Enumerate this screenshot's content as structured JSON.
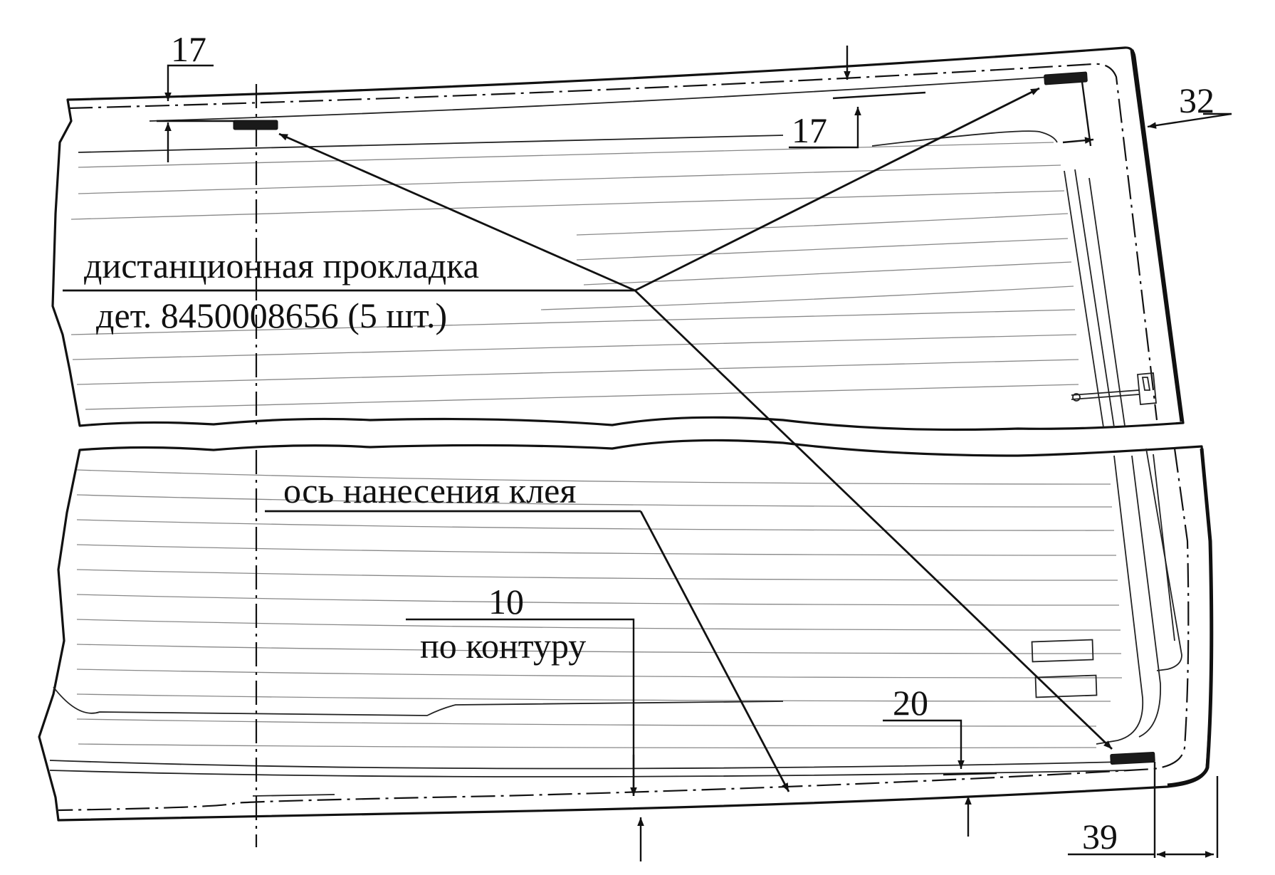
{
  "labels": {
    "spacer_title": "дистанционная прокладка",
    "spacer_detail": "дет. 8450008656  (5 шт.)",
    "glue_axis": "ось нанесения клея",
    "contour_value": "10",
    "contour_text": "по контуру"
  },
  "dimensions": {
    "top_left": "17",
    "top_right": "17",
    "right_side": "32",
    "bottom_center": "20",
    "bottom_right": "39"
  }
}
